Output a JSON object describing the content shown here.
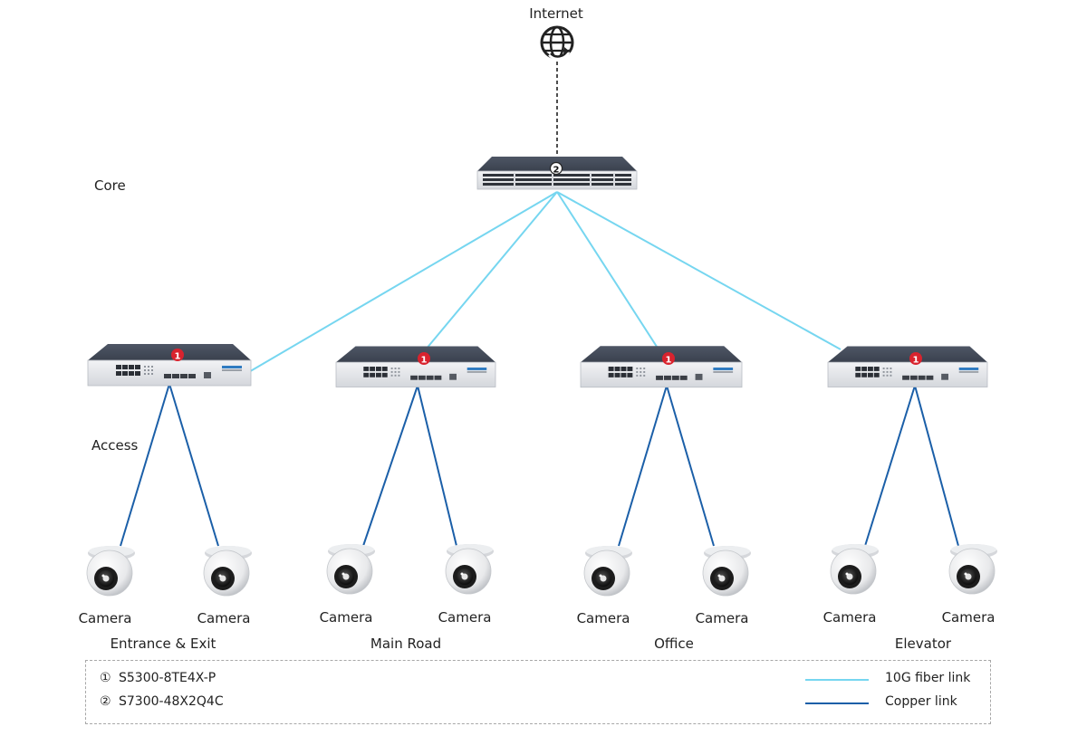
{
  "internet": {
    "label": "Internet"
  },
  "tiers": {
    "core": "Core",
    "access": "Access"
  },
  "core_switch": {
    "badge": "2"
  },
  "access_switches": [
    {
      "badge": "1"
    },
    {
      "badge": "1"
    },
    {
      "badge": "1"
    },
    {
      "badge": "1"
    }
  ],
  "groups": [
    {
      "name": "Entrance & Exit",
      "cameras": [
        "Camera",
        "Camera"
      ]
    },
    {
      "name": "Main Road",
      "cameras": [
        "Camera",
        "Camera"
      ]
    },
    {
      "name": "Office",
      "cameras": [
        "Camera",
        "Camera"
      ]
    },
    {
      "name": "Elevator",
      "cameras": [
        "Camera",
        "Camera"
      ]
    }
  ],
  "legend": {
    "models": [
      {
        "marker": "①",
        "name": "S5300-8TE4X-P"
      },
      {
        "marker": "②",
        "name": "S7300-48X2Q4C"
      }
    ],
    "links": [
      {
        "label": "10G fiber link",
        "color": "#76d6f0"
      },
      {
        "label": "Copper link",
        "color": "#1b5fa8"
      }
    ]
  },
  "colors": {
    "fiber": "#76d6f0",
    "copper": "#1b5fa8",
    "badge": "#d9232e",
    "internet_link": "#222222"
  }
}
